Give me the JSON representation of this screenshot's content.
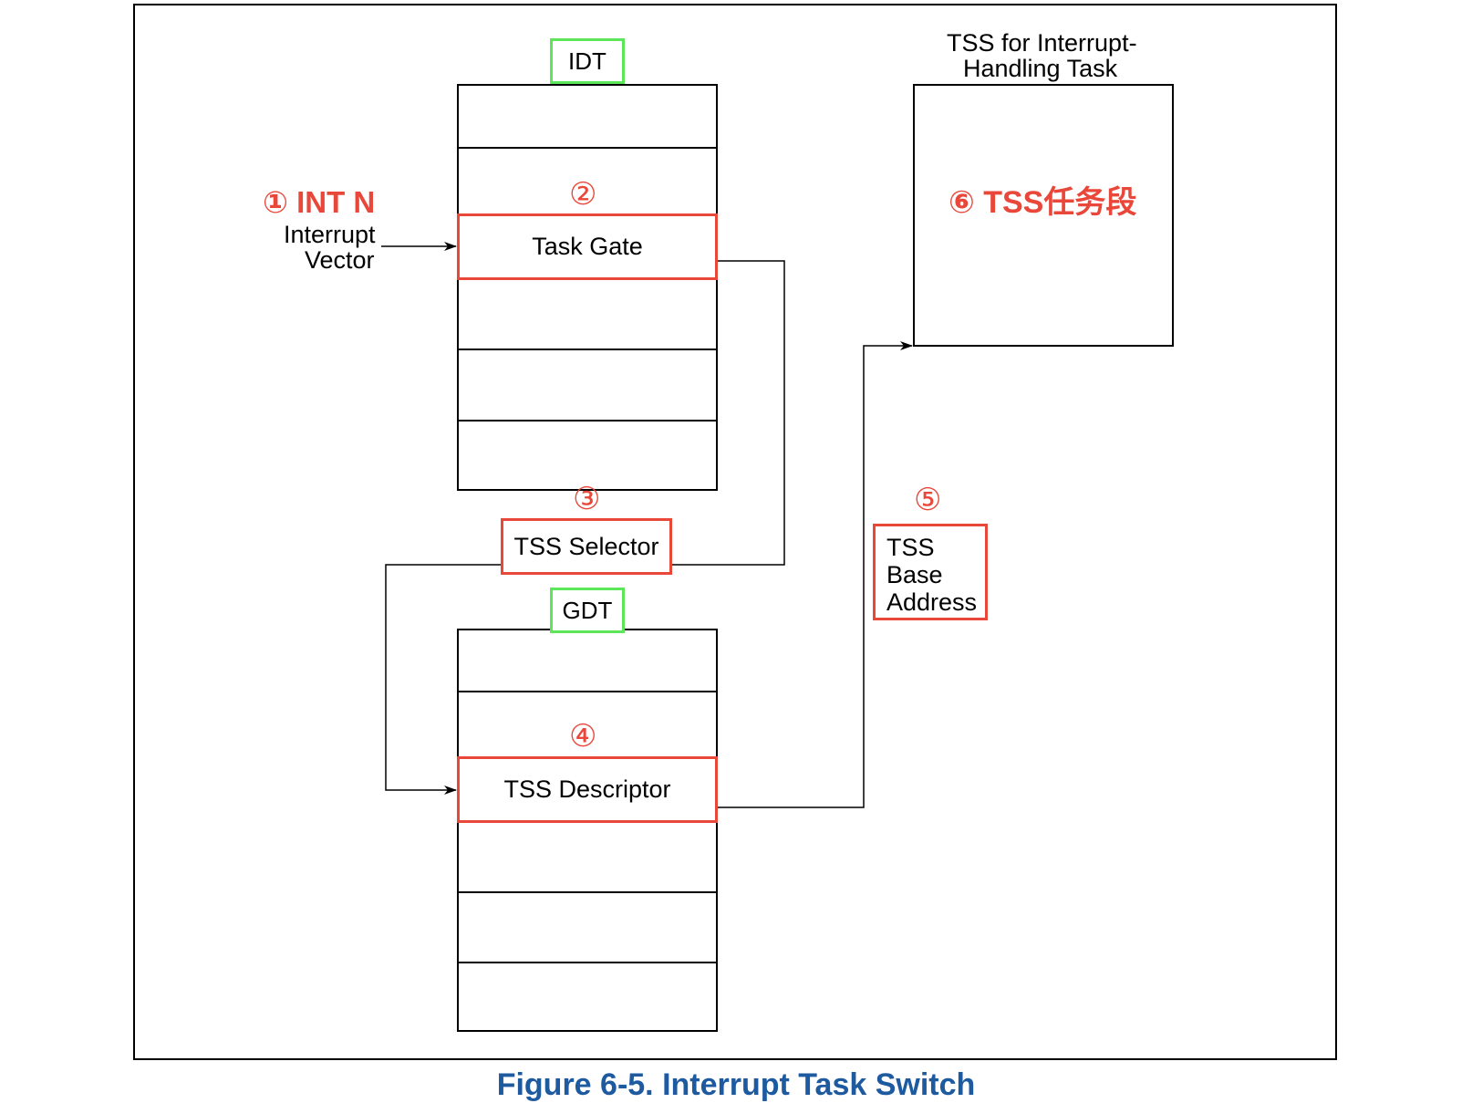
{
  "idt": {
    "title": "IDT",
    "task_gate_label": "Task Gate",
    "step_marker": "②"
  },
  "gdt": {
    "title": "GDT",
    "tss_descriptor_label": "TSS Descriptor",
    "step_marker": "④"
  },
  "interrupt": {
    "step_label": "① INT N",
    "vector_line1": "Interrupt",
    "vector_line2": "Vector"
  },
  "tss_selector": {
    "label": "TSS Selector",
    "step_marker": "③"
  },
  "tss_base": {
    "line1": "TSS",
    "line2": "Base",
    "line3": "Address",
    "step_marker": "⑤"
  },
  "tss_segment": {
    "title_line1": "TSS for Interrupt-",
    "title_line2": "Handling Task",
    "step_label": "⑥ TSS任务段"
  },
  "caption": "Figure 6-5.  Interrupt Task Switch",
  "colors": {
    "highlight_red": "#e8473a",
    "highlight_green": "#5ee65a",
    "caption_blue": "#1e5aa0"
  }
}
